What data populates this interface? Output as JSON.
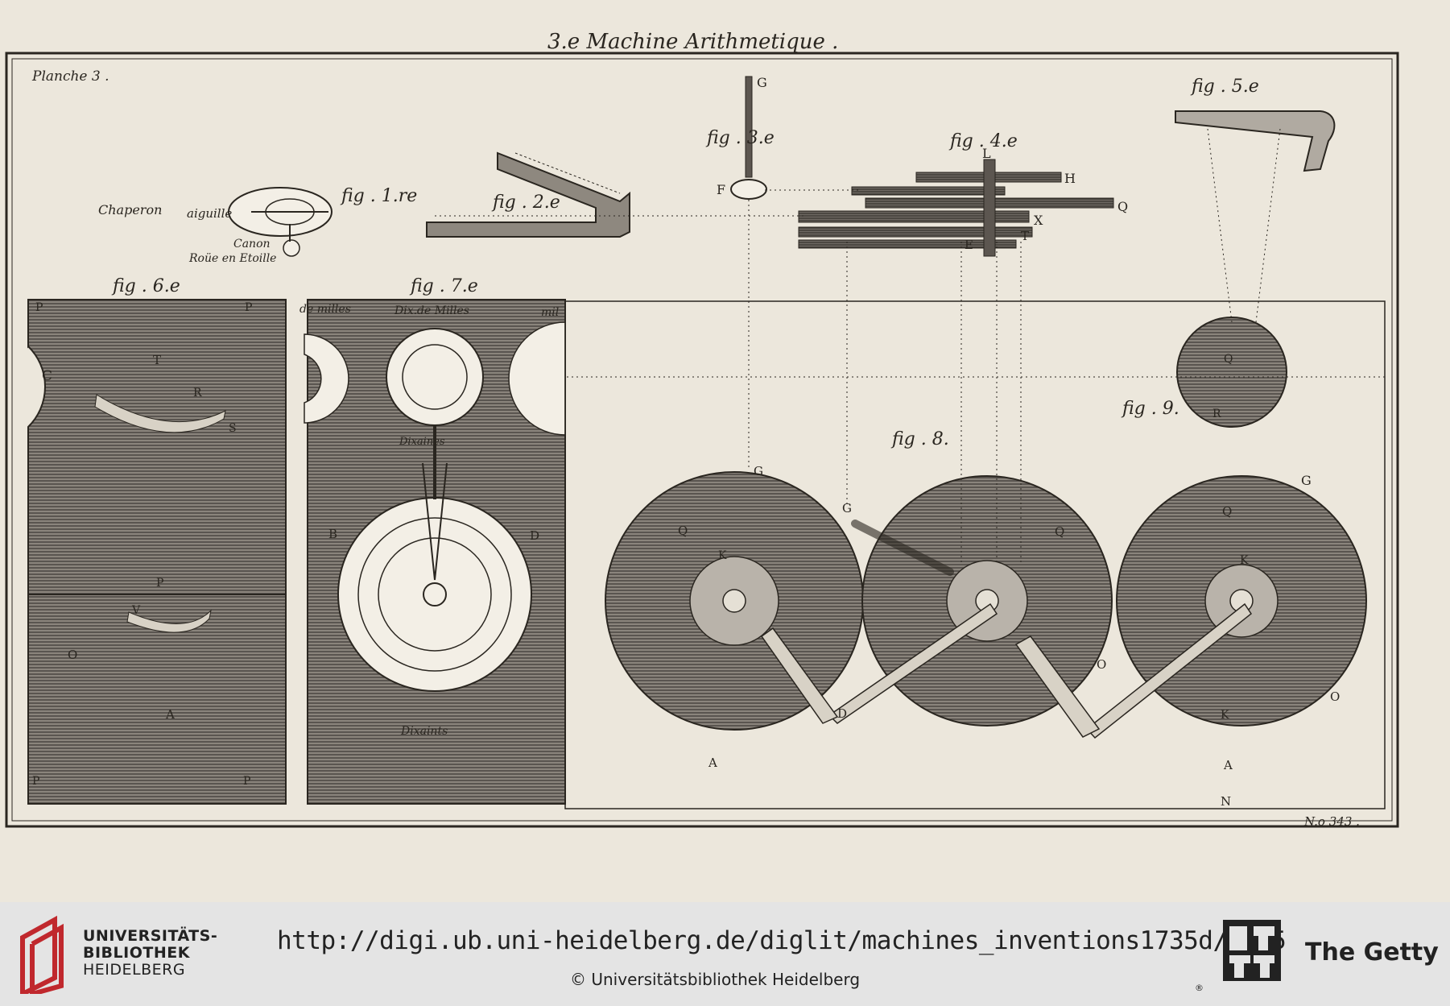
{
  "plate": {
    "title": "3.e Machine Arithmetique .",
    "plate_label": "Planche 3 .",
    "plate_number": "N.o 343 .",
    "figures": {
      "fig1": "fig . 1.re",
      "fig2": "fig . 2.e",
      "fig3": "fig . 3.e",
      "fig4": "fig . 4.e",
      "fig5": "fig . 5.e",
      "fig6": "fig . 6.e",
      "fig7": "fig . 7.e",
      "fig8": "fig . 8.",
      "fig9": "fig . 9."
    },
    "labels": {
      "chaperon": "Chaperon",
      "aiguille": "aiguille",
      "canon": "Canon",
      "roue_etoille": "Roüe en Etoille",
      "dix_de_milles": "Dix.de Milles",
      "de_milles": "de milles",
      "mil": "mil",
      "dixaines": "Dixaines",
      "dixaints": "Dixaints"
    },
    "letters": [
      "G",
      "F",
      "L",
      "H",
      "Q",
      "X",
      "T",
      "E",
      "D",
      "C",
      "B",
      "A",
      "O",
      "P",
      "K",
      "S",
      "R",
      "N",
      "V"
    ]
  },
  "footer": {
    "ub_line1": "UNIVERSITÄTS-",
    "ub_line2": "BIBLIOTHEK",
    "ub_line3": "HEIDELBERG",
    "permalink": "http://digi.ub.uni-heidelberg.de/diglit/machines_inventions1735d/0235",
    "copyright": "© Universitätsbibliothek Heidelberg",
    "getty": "The Getty",
    "getty_mark": "®"
  },
  "colors": {
    "paper": "#ece7dc",
    "ink": "#2a2620",
    "hatch": "#5c5650",
    "footer_bg": "#e4e4e4",
    "ub_red": "#c0282d"
  }
}
